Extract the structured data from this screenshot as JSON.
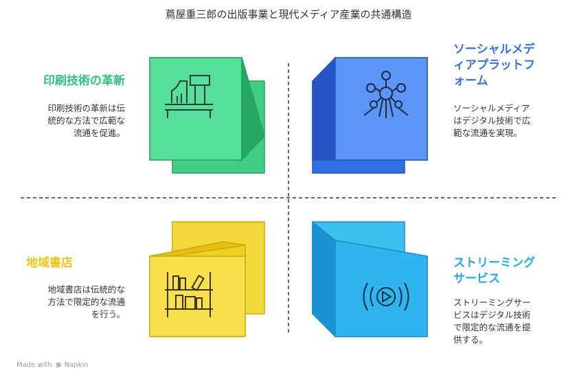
{
  "title": "蔦屋重三郎の出版事業と現代メディア産業の共通構造",
  "quadrants": [
    {
      "id": "printing",
      "title_lines": [
        "印刷技術の革新"
      ],
      "desc": "印刷技術の革新は伝\n統的な方法で広範な\n流通を促進。",
      "color": "#2fc27a",
      "icon": "factory-icon"
    },
    {
      "id": "social",
      "title_lines": [
        "ソーシャルメデ",
        "ィアプラットフ",
        "ォーム"
      ],
      "desc": "ソーシャルメディア\nはデジタル技術で広\n範な流通を実現。",
      "color": "#2f73e6",
      "icon": "network-icon"
    },
    {
      "id": "bookstore",
      "title_lines": [
        "地域書店"
      ],
      "desc": "地域書店は伝統的な\n方法で限定的な流通\nを行う。",
      "color": "#e8c71a",
      "icon": "bookshelf-icon"
    },
    {
      "id": "streaming",
      "title_lines": [
        "ストリーミング",
        "サービス"
      ],
      "desc": "ストリーミングサー\nビスはデジタル技術\nで限定的な流通を提\n供する。",
      "color": "#20a8e8",
      "icon": "play-broadcast-icon"
    }
  ],
  "footer": {
    "text": "Made with",
    "brand": "Napkin"
  }
}
